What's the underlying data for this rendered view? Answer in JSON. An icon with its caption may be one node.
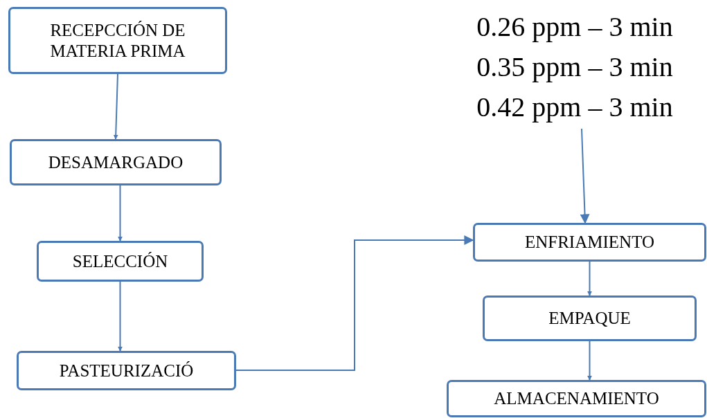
{
  "diagram": {
    "nodes": [
      {
        "text": [
          "RECEPCCIÓN DE MATERIA PRIMA"
        ]
      },
      {
        "text": [
          "DESAMARGADO"
        ]
      },
      {
        "text": [
          "SELECCIÓN"
        ]
      },
      {
        "text": [
          "PASTEURIZACIÓ"
        ]
      },
      {
        "text": [
          "0.26 ppm – 3 min",
          "0.35 ppm – 3 min",
          "0.42 ppm – 3 min"
        ]
      },
      {
        "text": [
          "ENFRIAMIENTO"
        ]
      },
      {
        "text": [
          "EMPAQUE"
        ]
      },
      {
        "text": [
          "ALMACENAMIENTO"
        ]
      }
    ],
    "edges": [
      {
        "from": 0,
        "to": 1,
        "arrow": "to"
      },
      {
        "from": 1,
        "to": 2,
        "arrow": "to"
      },
      {
        "from": 2,
        "to": 3,
        "arrow": "to"
      },
      {
        "from": 3,
        "to": 5,
        "arrow": "to"
      },
      {
        "from": 4,
        "to": 5,
        "arrow": "to"
      },
      {
        "from": 5,
        "to": 6,
        "arrow": "to"
      },
      {
        "from": 6,
        "to": 7,
        "arrow": "to"
      }
    ]
  }
}
